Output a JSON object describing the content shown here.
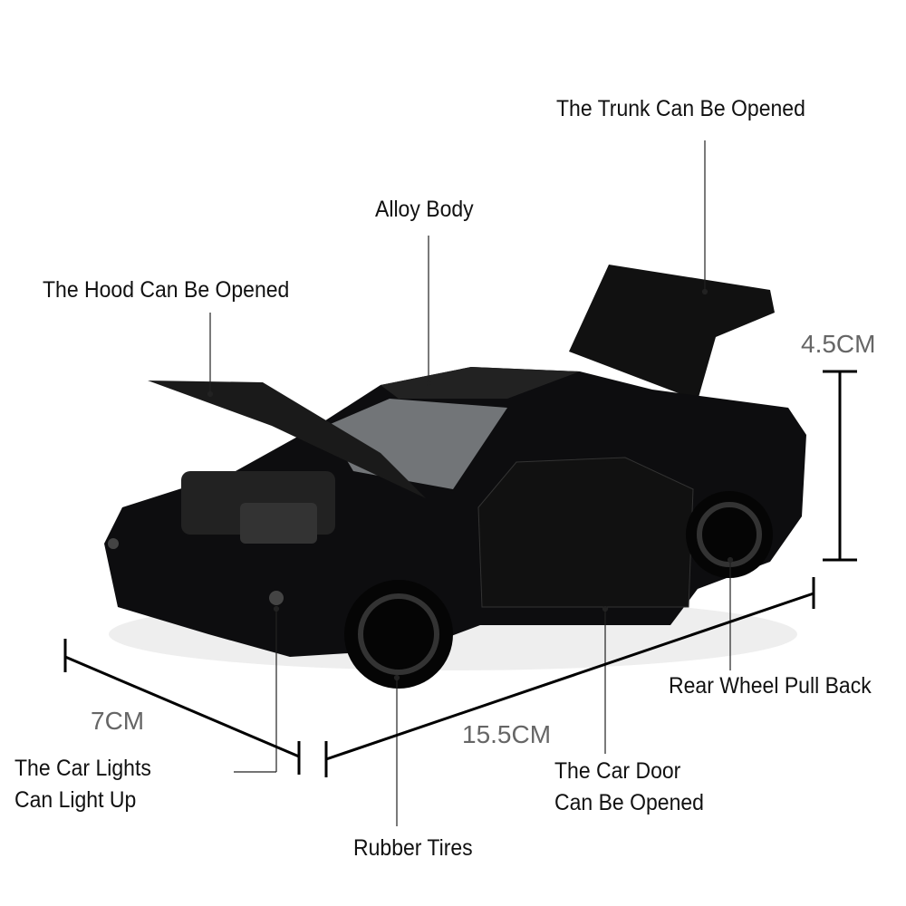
{
  "callouts": {
    "trunk": "The Trunk Can Be Opened",
    "body": "Alloy Body",
    "hood": "The Hood Can Be Opened",
    "rear_wheel": "Rear Wheel Pull Back",
    "lights_line1": "The Car Lights",
    "lights_line2": "Can Light Up",
    "door_line1": "The Car Door",
    "door_line2": "Can Be Opened",
    "tires": "Rubber Tires"
  },
  "dimensions": {
    "height": "4.5CM",
    "width": "7CM",
    "length": "15.5CM"
  },
  "colors": {
    "car": "#0d0d0f",
    "text": "#111111",
    "dimension_text": "#666666"
  }
}
